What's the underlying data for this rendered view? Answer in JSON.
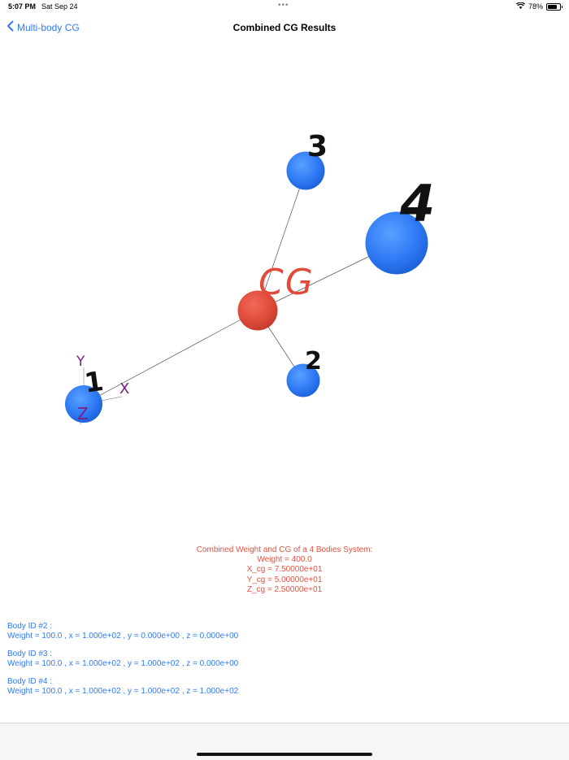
{
  "status_bar": {
    "time": "5:07 PM",
    "date": "Sat Sep 24",
    "dots": "•••",
    "wifi_icon": "wifi-icon",
    "battery_percent": "78%",
    "battery_level": 0.78
  },
  "nav": {
    "back_label": "Multi-body CG",
    "title": "Combined CG Results"
  },
  "scene": {
    "body_labels": [
      "1",
      "2",
      "3",
      "4"
    ],
    "cg_label": "CG",
    "axis_labels": {
      "x": "X",
      "y": "Y",
      "z": "Z"
    },
    "colors": {
      "body": "#2f7bf5",
      "cg": "#e04b3a",
      "axis": "#7a1f8a"
    }
  },
  "summary": {
    "heading": "Combined Weight and CG of a 4 Bodies System:",
    "weight": "Weight = 400.0",
    "x_cg": "X_cg = 7.50000e+01",
    "y_cg": "Y_cg = 5.00000e+01",
    "z_cg": "Z_cg = 2.50000e+01"
  },
  "bodies": [
    {
      "id": "Body ID #2 :",
      "details": "Weight = 100.0 , x = 1.000e+02 , y = 0.000e+00 , z = 0.000e+00"
    },
    {
      "id": "Body ID #3 :",
      "details": "Weight = 100.0 , x = 1.000e+02 , y = 1.000e+02 , z = 0.000e+00"
    },
    {
      "id": "Body ID #4 :",
      "details": "Weight = 100.0 , x = 1.000e+02 , y = 1.000e+02 , z = 1.000e+02"
    }
  ]
}
